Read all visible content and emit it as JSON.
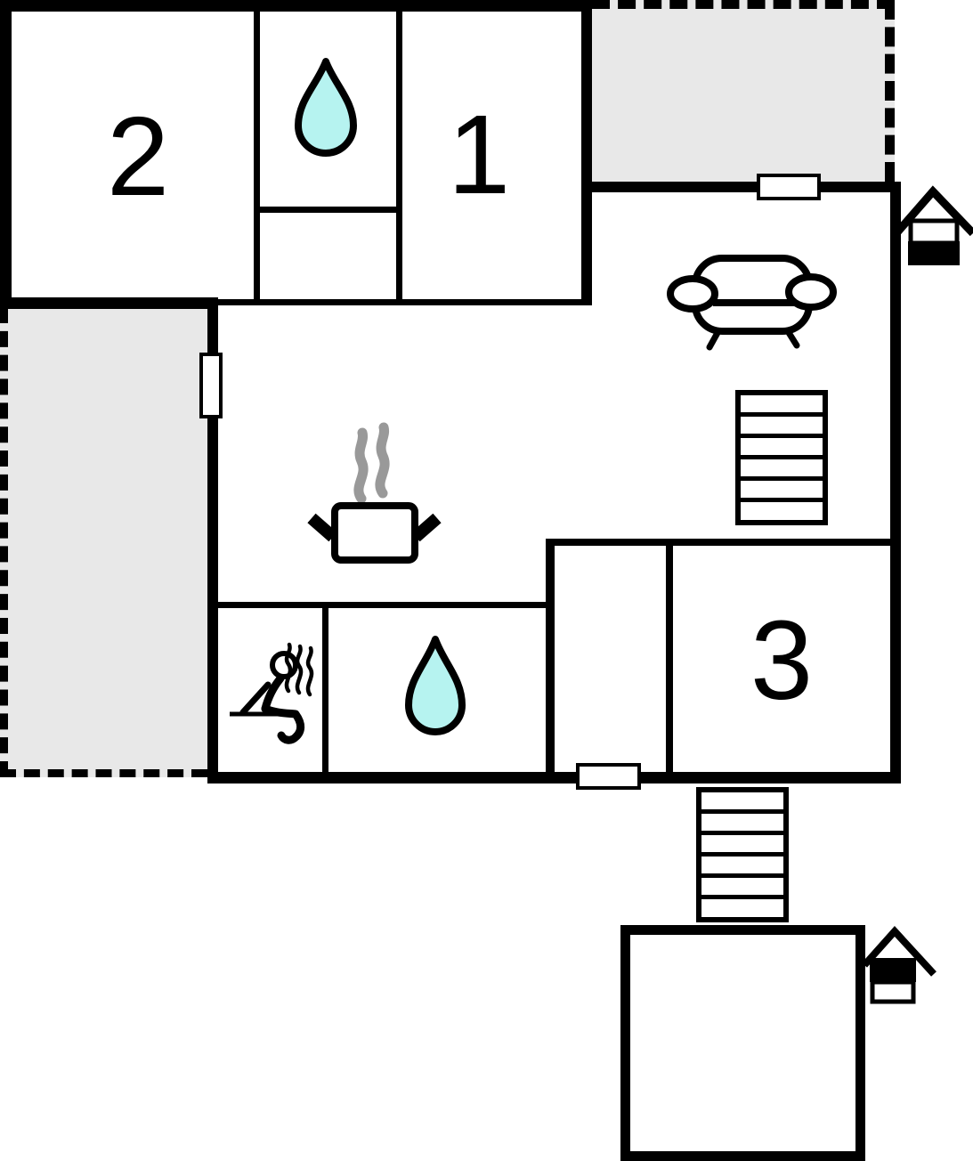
{
  "rooms": {
    "room1": {
      "label": "1"
    },
    "room2": {
      "label": "2"
    },
    "room3": {
      "label": "3"
    }
  },
  "icons": {
    "bathroom_upper": "water-drop",
    "bathroom_lower": "water-drop",
    "sauna": "sauna-person-with-steam",
    "kitchen": "steaming-cooking-pot",
    "living_room": "sofa",
    "entrance_main": "house-marker-ground-floor",
    "entrance_basement": "house-marker-basement"
  },
  "colors": {
    "wall": "#000000",
    "terrace": "#e8e8e8",
    "water": "#b6f3f0",
    "steam": "#999999",
    "paper": "#ffffff"
  }
}
